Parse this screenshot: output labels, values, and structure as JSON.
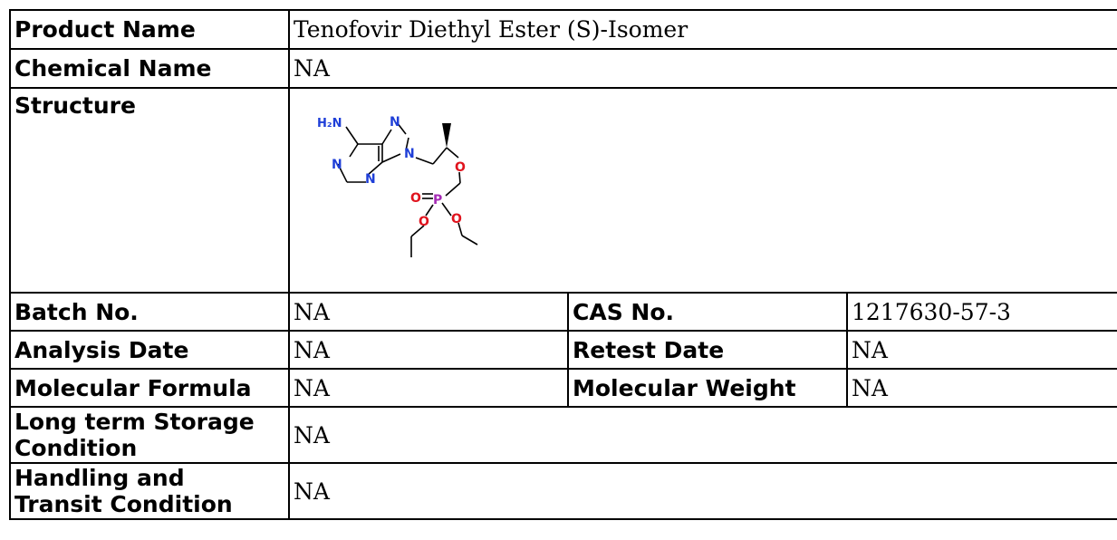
{
  "rows": {
    "product_name": {
      "label": "Product Name",
      "value": "Tenofovir Diethyl Ester (S)-Isomer"
    },
    "chemical_name": {
      "label": "Chemical Name",
      "value": "NA"
    },
    "structure": {
      "label": "Structure"
    },
    "batch_no": {
      "label": "Batch No.",
      "value": "NA"
    },
    "cas_no": {
      "label": "CAS No.",
      "value": "1217630-57-3"
    },
    "analysis_date": {
      "label": "Analysis Date",
      "value": "NA"
    },
    "retest_date": {
      "label": "Retest Date",
      "value": "NA"
    },
    "molecular_formula": {
      "label": "Molecular Formula",
      "value": "NA"
    },
    "molecular_weight": {
      "label": "Molecular Weight",
      "value": "NA"
    },
    "storage": {
      "label_line1": "Long term Storage",
      "label_line2": "Condition",
      "value": "NA"
    },
    "handling": {
      "label_line1": "Handling and",
      "label_line2": "Transit Condition",
      "value": "NA"
    }
  },
  "structure_atoms": {
    "amine": "H₂N",
    "nitrogen": "N",
    "oxygen": "O",
    "phosphorus": "P"
  },
  "colors": {
    "nitrogen": "#1f3fd8",
    "oxygen": "#e0141e",
    "phosphorus": "#a52bb5",
    "bond": "#000000"
  }
}
